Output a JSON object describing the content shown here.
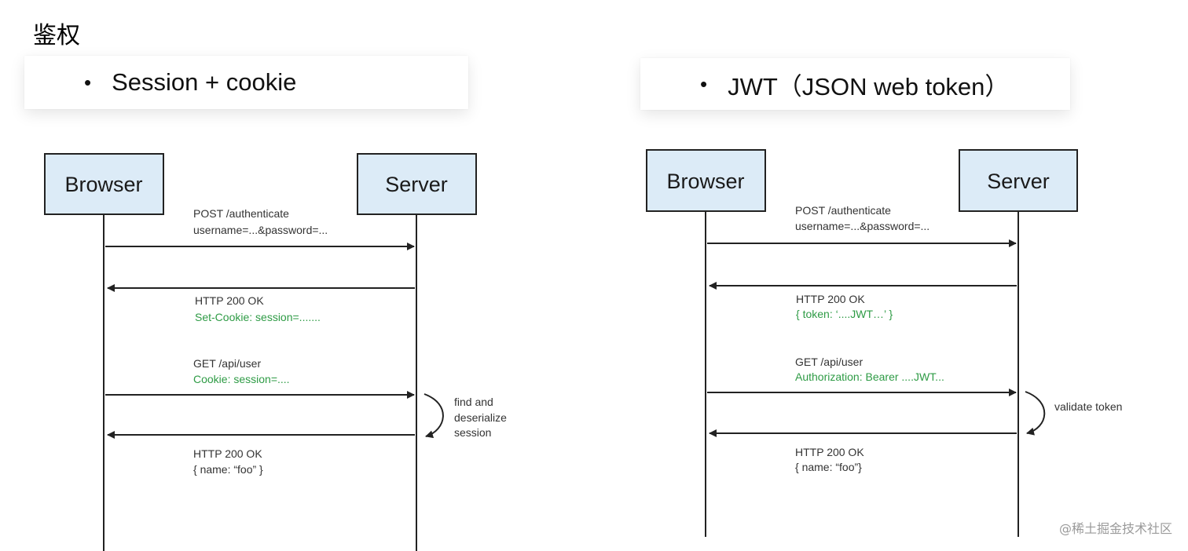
{
  "page": {
    "title": "鉴权"
  },
  "left": {
    "heading": "Session + cookie",
    "browser_label": "Browser",
    "server_label": "Server",
    "msg1_line1": "POST /authenticate",
    "msg1_line2": "username=...&password=...",
    "msg2_line1": "HTTP 200 OK",
    "msg2_line2": "Set-Cookie: session=.......",
    "msg3_line1": "GET /api/user",
    "msg3_line2": "Cookie: session=....",
    "note_line1": "find and",
    "note_line2": "deserialize",
    "note_line3": "session",
    "msg4_line1": "HTTP 200 OK",
    "msg4_line2": "{ name: “foo” }"
  },
  "right": {
    "heading": "JWT（JSON web token）",
    "browser_label": "Browser",
    "server_label": "Server",
    "msg1_line1": "POST /authenticate",
    "msg1_line2": "username=...&password=...",
    "msg2_line1": "HTTP 200 OK",
    "msg2_line2": "{ token: ‘....JWT…’ }",
    "msg3_line1": "GET /api/user",
    "msg3_line2": "Authorization: Bearer ....JWT...",
    "note_line1": "validate token",
    "msg4_line1": "HTTP 200 OK",
    "msg4_line2": "{ name: “foo”}"
  },
  "watermark": "@稀土掘金技术社区",
  "colors": {
    "box_fill": "#dcebf7",
    "line": "#222222",
    "green_text": "#2e9b45"
  }
}
